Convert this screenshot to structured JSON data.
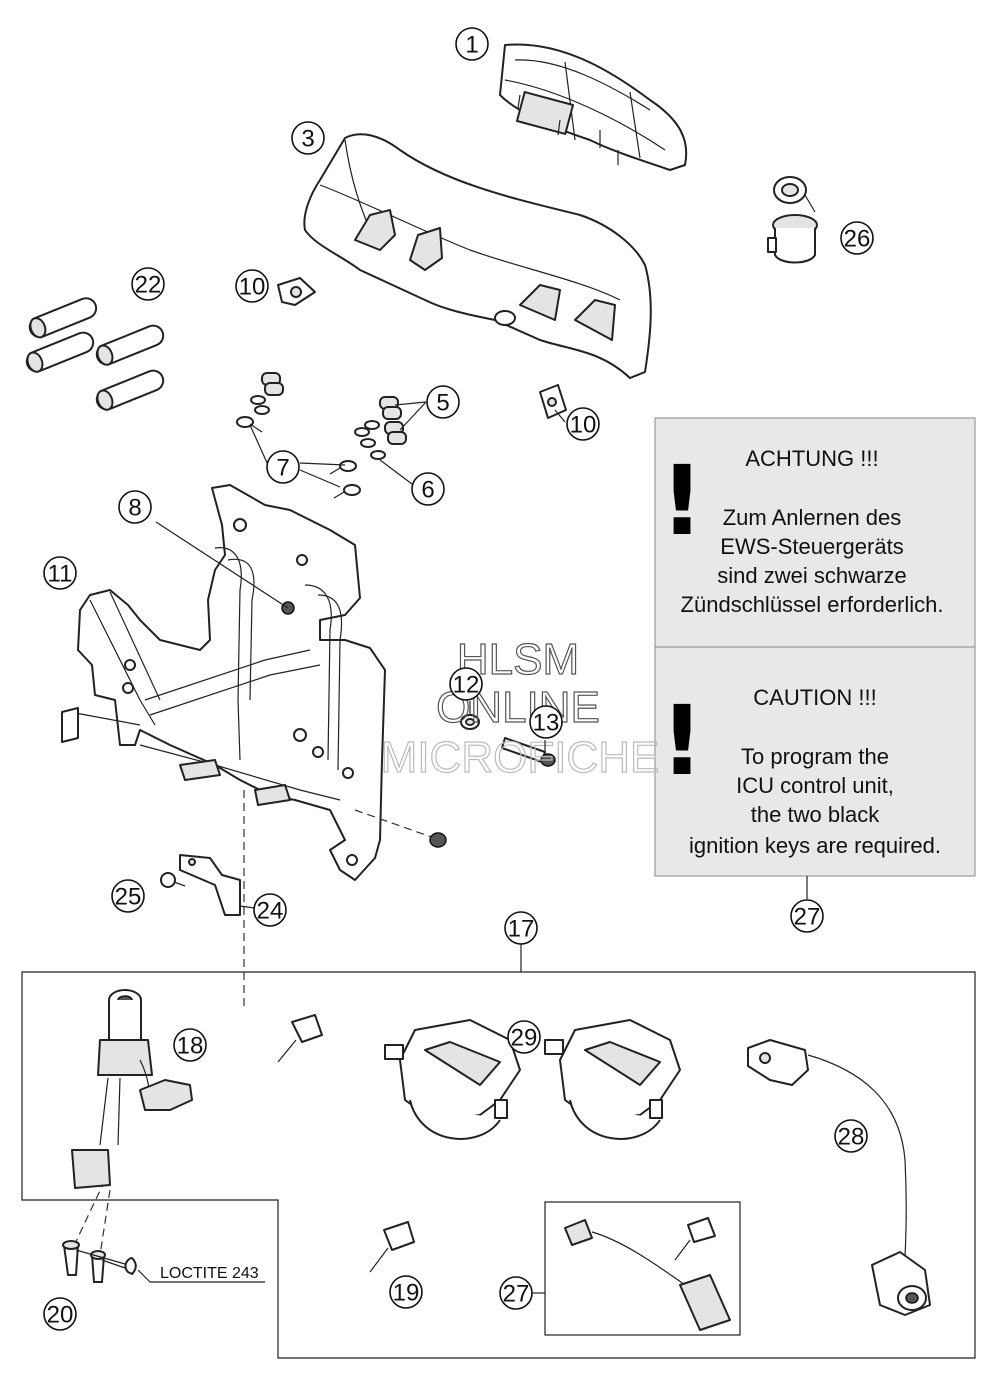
{
  "callouts": [
    {
      "label": "1"
    },
    {
      "label": "3"
    },
    {
      "label": "26"
    },
    {
      "label": "22"
    },
    {
      "label": "10"
    },
    {
      "label": "5"
    },
    {
      "label": "10"
    },
    {
      "label": "7"
    },
    {
      "label": "6"
    },
    {
      "label": "8"
    },
    {
      "label": "11"
    },
    {
      "label": "12"
    },
    {
      "label": "13"
    },
    {
      "label": "25"
    },
    {
      "label": "24"
    },
    {
      "label": "27"
    },
    {
      "label": "17"
    },
    {
      "label": "18"
    },
    {
      "label": "29"
    },
    {
      "label": "28"
    },
    {
      "label": "20"
    },
    {
      "label": "19"
    },
    {
      "label": "27"
    }
  ],
  "warning_de": {
    "title": "ACHTUNG !!!",
    "lines": [
      "Zum Anlernen des",
      "EWS-Steuergeräts",
      "sind zwei schwarze",
      "Zündschlüssel erforderlich."
    ]
  },
  "warning_en": {
    "title": "CAUTION !!!",
    "lines": [
      "To program the",
      "ICU control unit,",
      "the two black",
      "ignition keys are required."
    ]
  },
  "warning_mark": "!",
  "loctite_label": "LOCTITE 243",
  "watermark": [
    "HLSM",
    "ONLINE",
    "MICROFICHE"
  ]
}
